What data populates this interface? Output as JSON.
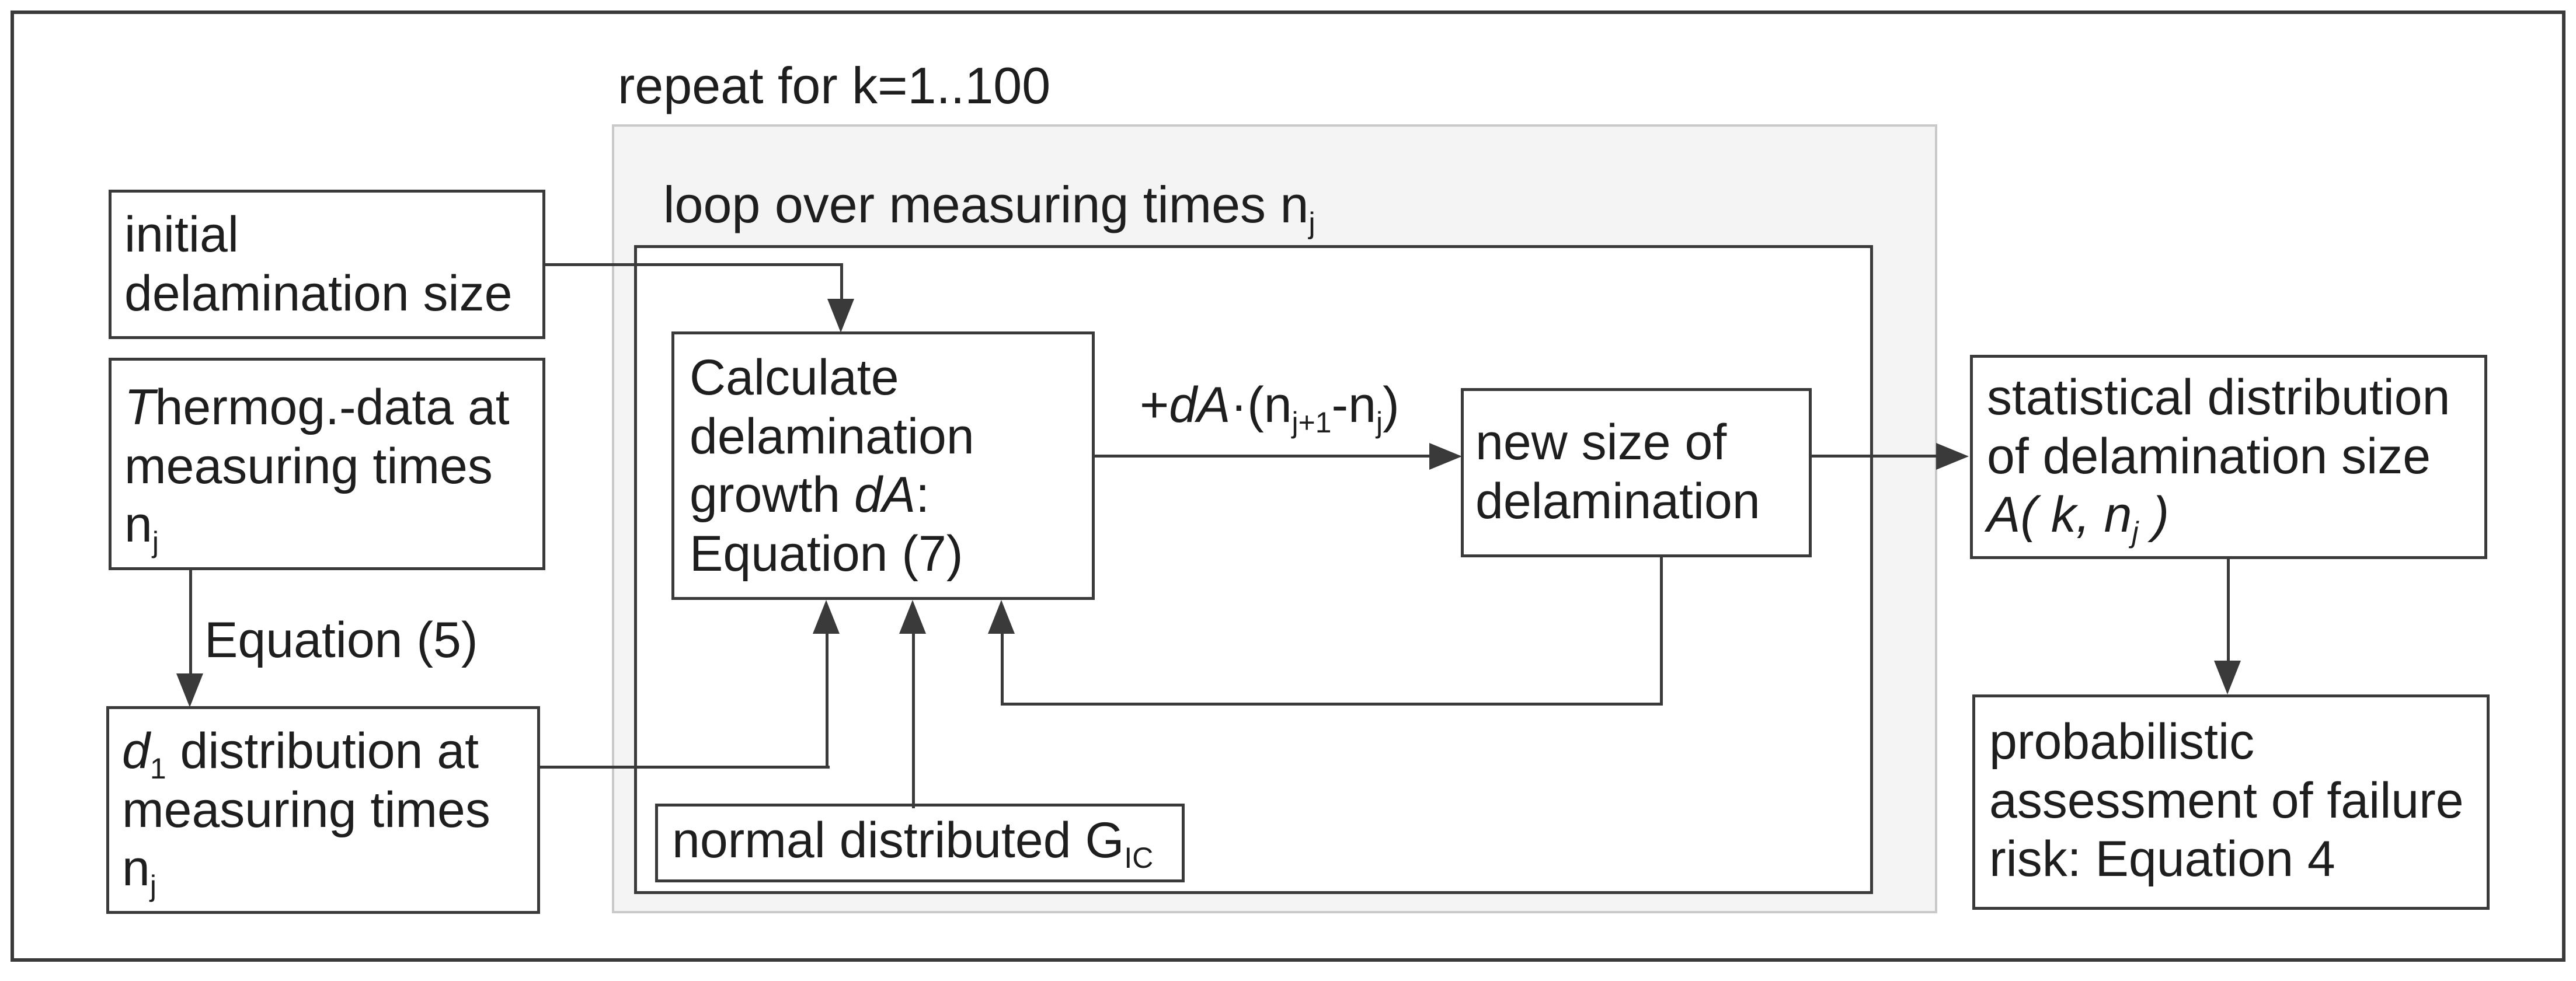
{
  "colors": {
    "stroke": "#3a3a3a",
    "text": "#1e1e1e",
    "panel_fill": "#f4f4f4",
    "panel_border": "#c9c9c9",
    "background": "#ffffff"
  },
  "labels": {
    "repeat_loop": "repeat for k=1..100",
    "inner_loop_base": "loop over measuring times n",
    "inner_loop_sub": "j",
    "equation5": "Equation (5)",
    "growth_increment": {
      "plus": "+",
      "dA": "dA",
      "open": "·(n",
      "sub1": "j+1",
      "minus": "-n",
      "sub2": "j",
      "close": ")"
    }
  },
  "boxes": {
    "initial": {
      "line1": "initial",
      "line2": "delamination size"
    },
    "thermog": {
      "line1_italic": "T",
      "line1_rest": "hermog.-data at",
      "line2": "measuring times",
      "line3_base": "n",
      "line3_sub": "j"
    },
    "d1": {
      "line1_italic": "d",
      "line1_sub": "1",
      "line1_rest": " distribution at",
      "line2": "measuring times",
      "line3_base": "n",
      "line3_sub": "j"
    },
    "calc": {
      "line1": "Calculate",
      "line2": "delamination",
      "line3_pre": "growth ",
      "line3_italic": "dA",
      "line3_post": ":",
      "line4": "Equation (7)"
    },
    "newsize": {
      "line1": "new size of",
      "line2": "delamination"
    },
    "gic": {
      "base": "normal distributed G",
      "sub": "IC"
    },
    "stat": {
      "line1": "statistical distribution",
      "line2": "of delamination size",
      "line3_italic": "A( k, n",
      "line3_sub": "j",
      "line3_close": " )"
    },
    "prob": {
      "line1": "probabilistic",
      "line2": "assessment of failure",
      "line3": "risk: Equation 4"
    }
  }
}
